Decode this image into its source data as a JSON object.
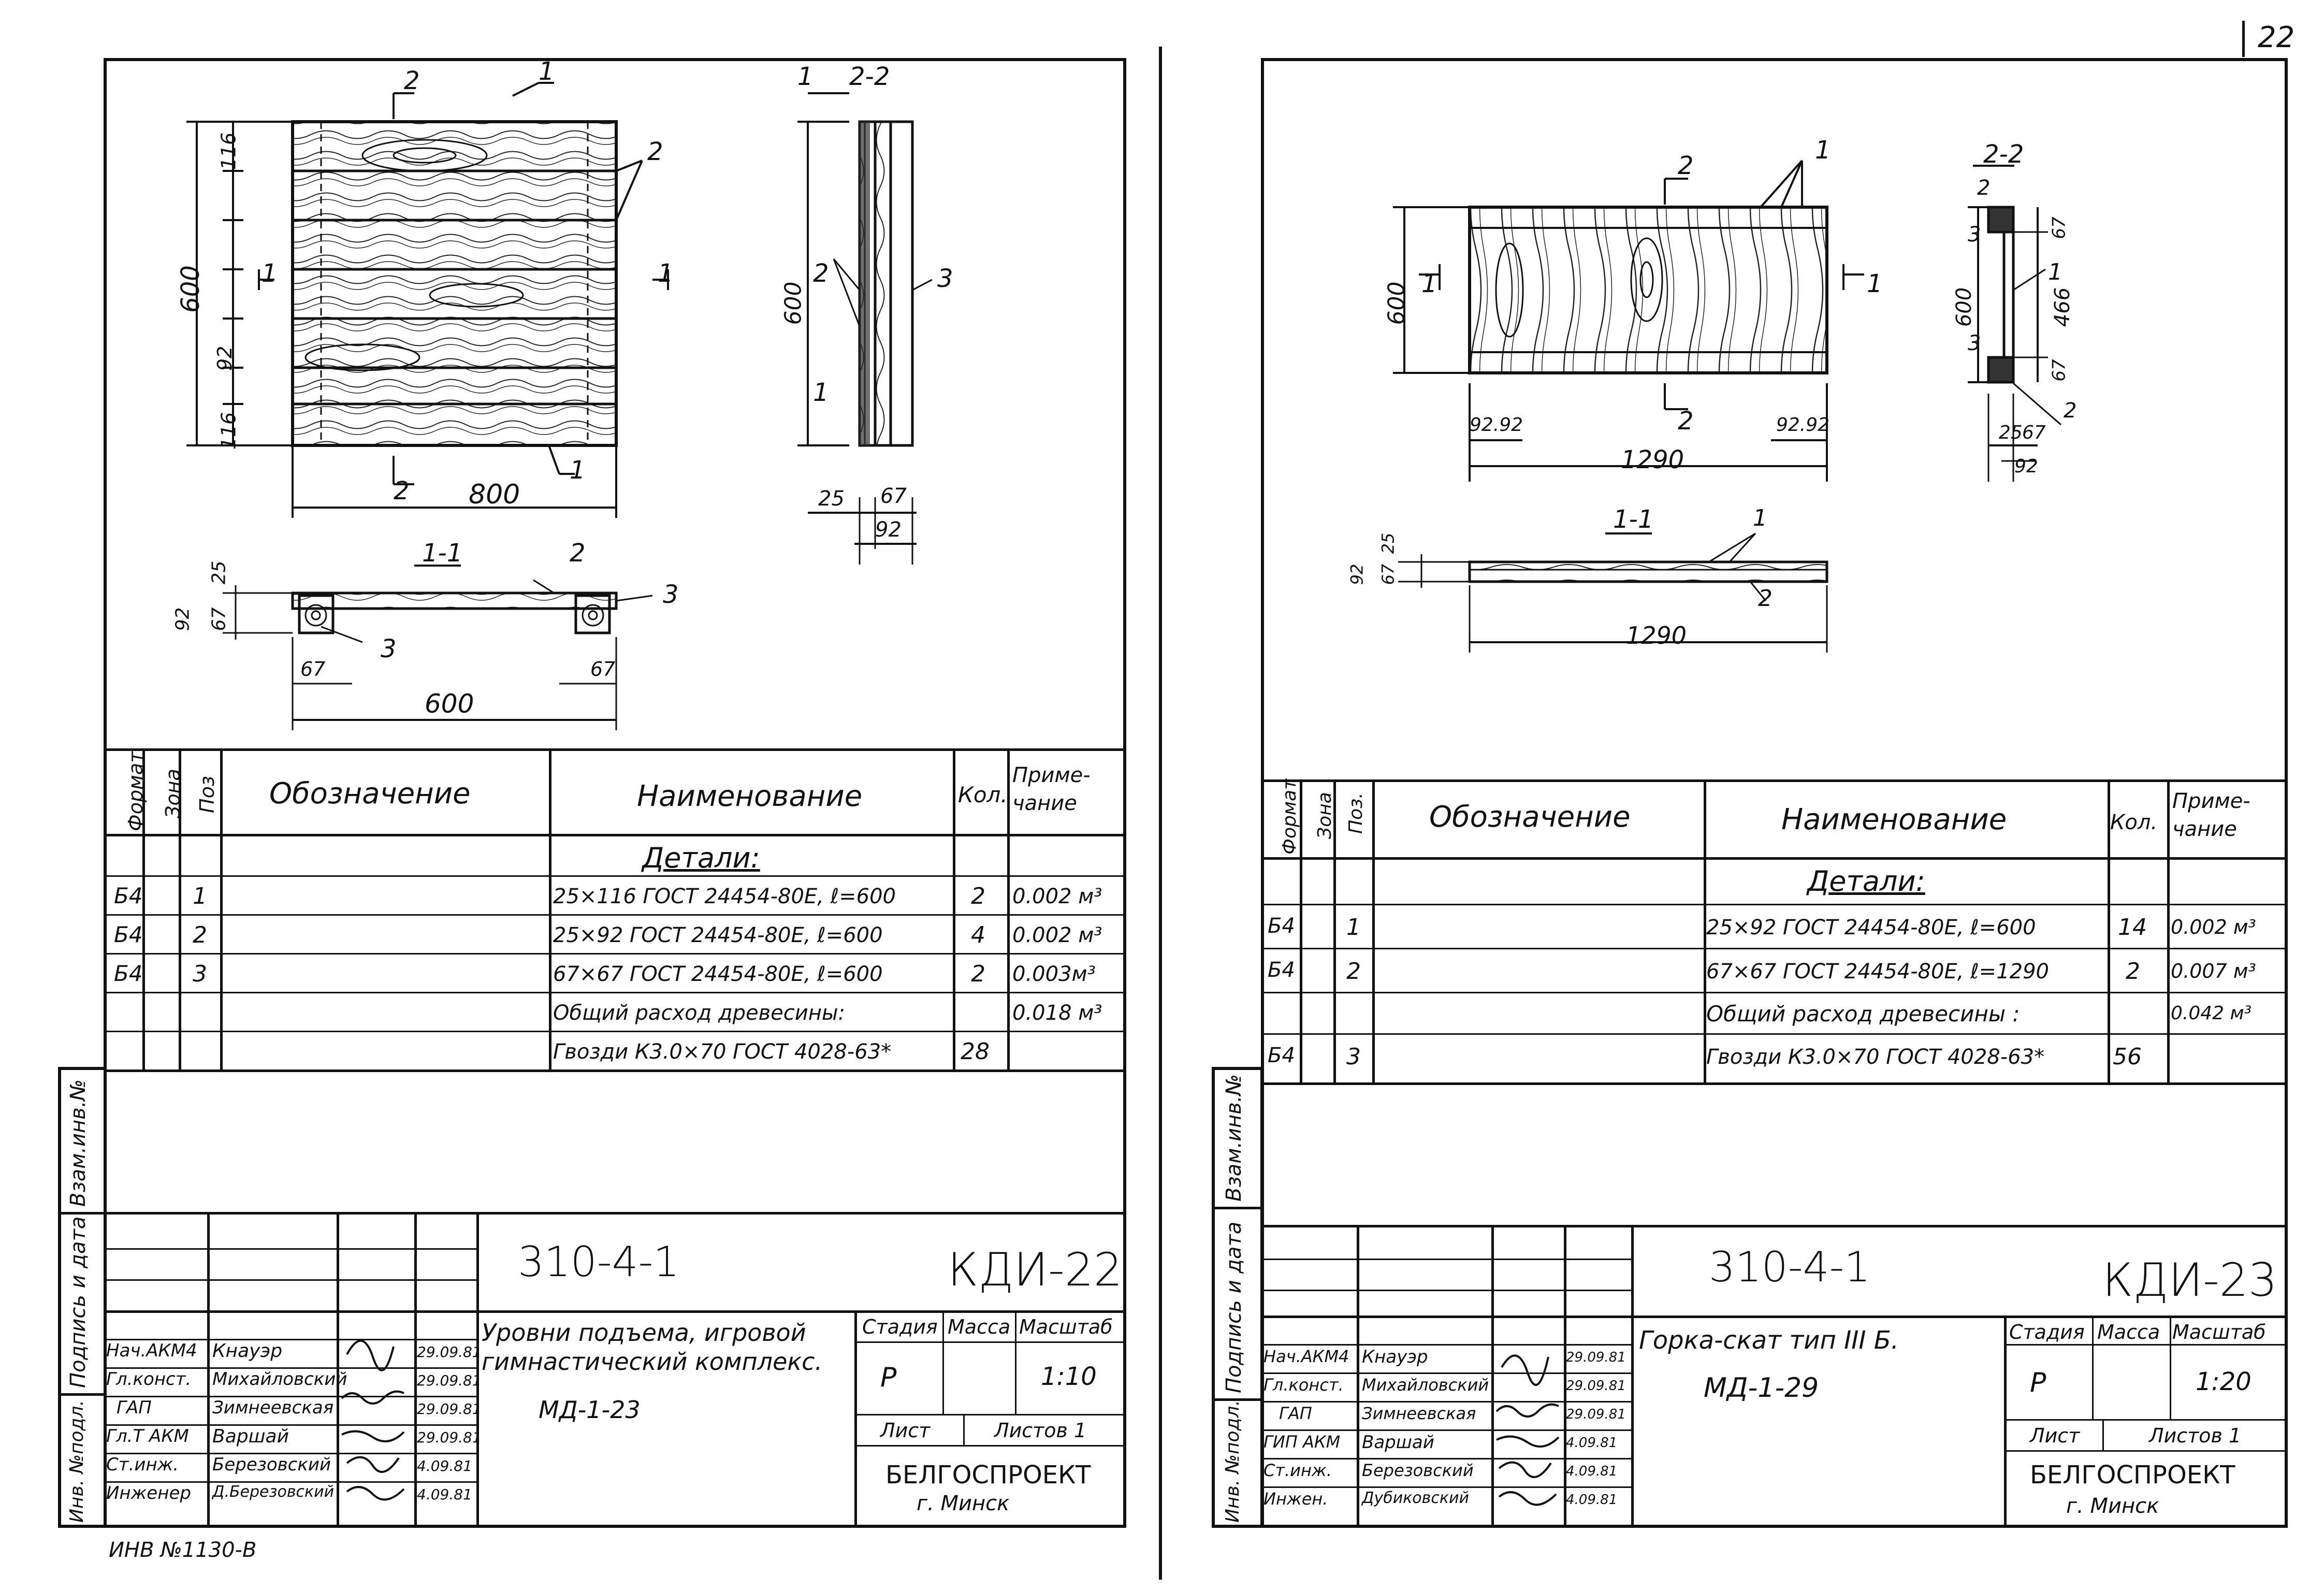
{
  "page_number": "22",
  "archive_stamp": "ИНВ №1130-В",
  "sheets": [
    {
      "callouts": {
        "section_2_2": "2-2",
        "section_1_1": "1-1",
        "cut_2": "2",
        "cut_1": "1",
        "pos_1": "1",
        "pos_2": "2",
        "pos_3": "3",
        "dim_600": "600",
        "dim_800": "800",
        "dim_116": "116",
        "dim_92": "92",
        "dim_67": "67",
        "dim_25": "25"
      },
      "table": {
        "headers": {
          "format": "Формат",
          "zone": "Зона",
          "pos": "Поз",
          "designation": "Обозначение",
          "name": "Наименование",
          "qty": "Кол.",
          "note": "Приме-\nчание"
        },
        "section_title": "Детали:",
        "rows": [
          {
            "format": "Б4",
            "pos": "1",
            "name": "25×116 ГОСТ 24454-80Е, ℓ=600",
            "qty": "2",
            "note": "0.002 м³"
          },
          {
            "format": "Б4",
            "pos": "2",
            "name": "25×92 ГОСТ 24454-80Е, ℓ=600",
            "qty": "4",
            "note": "0.002 м³"
          },
          {
            "format": "Б4",
            "pos": "3",
            "name": "67×67 ГОСТ 24454-80Е, ℓ=600",
            "qty": "2",
            "note": "0.003м³"
          },
          {
            "format": "",
            "pos": "",
            "name": "Общий расход древесины:",
            "qty": "",
            "note": "0.018 м³"
          },
          {
            "format": "",
            "pos": "",
            "name": "Гвозди К3.0×70 ГОСТ 4028-63*",
            "qty": "28",
            "note": ""
          }
        ]
      },
      "title_block": {
        "doc_number": "310-4-1",
        "sheet_code": "КДИ-22",
        "title": "Уровни подъема, игровой гимнастический комплекс.",
        "mark": "МД-1-23",
        "stage_label": "Стадия",
        "mass_label": "Масса",
        "scale_label": "Масштаб",
        "stage": "Р",
        "scale": "1:10",
        "sheet_label": "Лист",
        "sheets_label": "Листов 1",
        "org": "БЕЛГОСПРОЕКТ",
        "city": "г. Минск",
        "staff": [
          {
            "role": "Нач.АКМ4",
            "name": "Кнауэр",
            "date": "29.09.81"
          },
          {
            "role": "Гл.конст.",
            "name": "Михайловский",
            "date": "29.09.81"
          },
          {
            "role": "ГАП",
            "name": "Зимнеевская",
            "date": "29.09.81"
          },
          {
            "role": "Гл.Т АКМ",
            "name": "Варшай",
            "date": "29.09.81"
          },
          {
            "role": "Ст.инж.",
            "name": "Березовский",
            "date": "4.09.81"
          },
          {
            "role": "Инженер",
            "name": "Д.Березовский",
            "date": "4.09.81"
          }
        ]
      },
      "sidebar": {
        "inv_orig": "Инв. №подл.",
        "sign_date": "Подпись и дата",
        "replaces": "Взам.инв.№"
      }
    },
    {
      "callouts": {
        "section_2_2": "2-2",
        "section_1_1": "1-1",
        "cut_2": "2",
        "cut_1": "1",
        "pos_1": "1",
        "pos_2": "2",
        "pos_3": "3",
        "dim_600": "600",
        "dim_1290": "1290",
        "dim_92_92": "92.92",
        "dim_466": "466",
        "dim_67": "67",
        "dim_25": "25",
        "dim_92": "92"
      },
      "table": {
        "headers": {
          "format": "Формат",
          "zone": "Зона",
          "pos": "Поз.",
          "designation": "Обозначение",
          "name": "Наименование",
          "qty": "Кол.",
          "note": "Приме-\nчание"
        },
        "section_title": "Детали:",
        "rows": [
          {
            "format": "Б4",
            "pos": "1",
            "name": "25×92 ГОСТ 24454-80Е, ℓ=600",
            "qty": "14",
            "note": "0.002 м³"
          },
          {
            "format": "Б4",
            "pos": "2",
            "name": "67×67 ГОСТ 24454-80Е, ℓ=1290",
            "qty": "2",
            "note": "0.007 м³"
          },
          {
            "format": "",
            "pos": "",
            "name": "Общий расход древесины :",
            "qty": "",
            "note": "0.042 м³"
          },
          {
            "format": "Б4",
            "pos": "3",
            "name": "Гвозди К3.0×70 ГОСТ 4028-63*",
            "qty": "56",
            "note": ""
          }
        ]
      },
      "title_block": {
        "doc_number": "310-4-1",
        "sheet_code": "КДИ-23",
        "title": "Горка-скат тип III Б.",
        "mark": "МД-1-29",
        "stage_label": "Стадия",
        "mass_label": "Масса",
        "scale_label": "Масштаб",
        "stage": "Р",
        "scale": "1:20",
        "sheet_label": "Лист",
        "sheets_label": "Листов 1",
        "org": "БЕЛГОСПРОЕКТ",
        "city": "г. Минск",
        "staff": [
          {
            "role": "Нач.АКМ4",
            "name": "Кнауэр",
            "date": "29.09.81"
          },
          {
            "role": "Гл.конст.",
            "name": "Михайловский",
            "date": "29.09.81"
          },
          {
            "role": "ГАП",
            "name": "Зимнеевская",
            "date": "29.09.81"
          },
          {
            "role": "ГИП АКМ",
            "name": "Варшай",
            "date": "4.09.81"
          },
          {
            "role": "Ст.инж.",
            "name": "Березовский",
            "date": "4.09.81"
          },
          {
            "role": "Инжен.",
            "name": "Дубиковский",
            "date": "4.09.81"
          }
        ]
      },
      "sidebar": {
        "inv_orig": "Инв. №подл.",
        "sign_date": "Подпись и дата",
        "replaces": "Взам.инв.№"
      }
    }
  ]
}
